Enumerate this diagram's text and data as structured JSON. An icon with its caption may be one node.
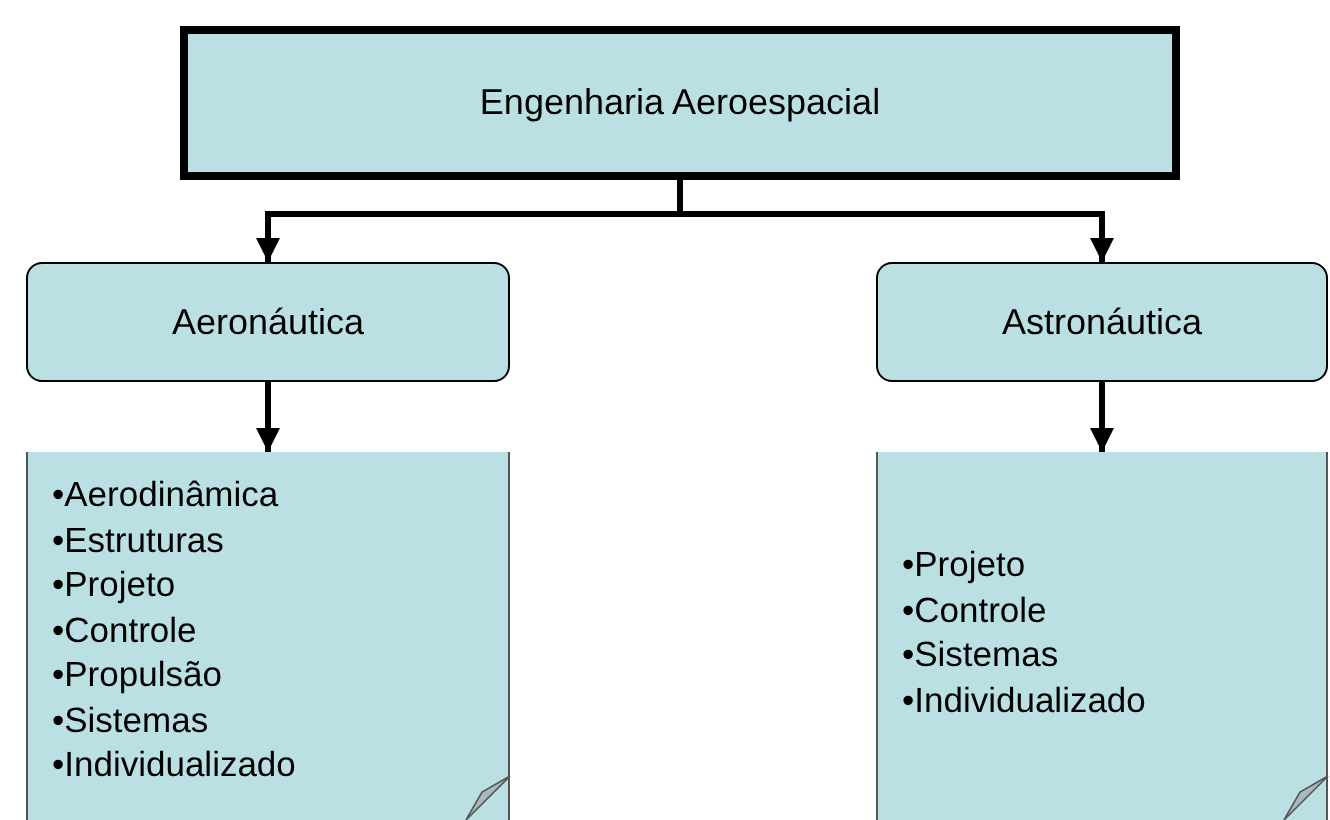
{
  "diagram": {
    "nodes": [
      {
        "text": [
          "Engenharia Aeroespacial"
        ]
      },
      {
        "text": [
          "Aeronáutica"
        ]
      },
      {
        "text": [
          "Astronáutica"
        ]
      },
      {
        "text": [
          "•Aerodinâmica",
          "•Estruturas",
          "•Projeto",
          "•Controle",
          "•Propulsão",
          "•Sistemas",
          "•Individualizado"
        ]
      },
      {
        "text": [
          "•Projeto",
          "•Controle",
          "•Sistemas",
          "•Individualizado"
        ]
      }
    ],
    "edges": [
      {
        "from": 0,
        "to": 1,
        "arrow": "to"
      },
      {
        "from": 0,
        "to": 2,
        "arrow": "to"
      },
      {
        "from": 1,
        "to": 3,
        "arrow": "to"
      },
      {
        "from": 2,
        "to": 4,
        "arrow": "to"
      }
    ]
  }
}
